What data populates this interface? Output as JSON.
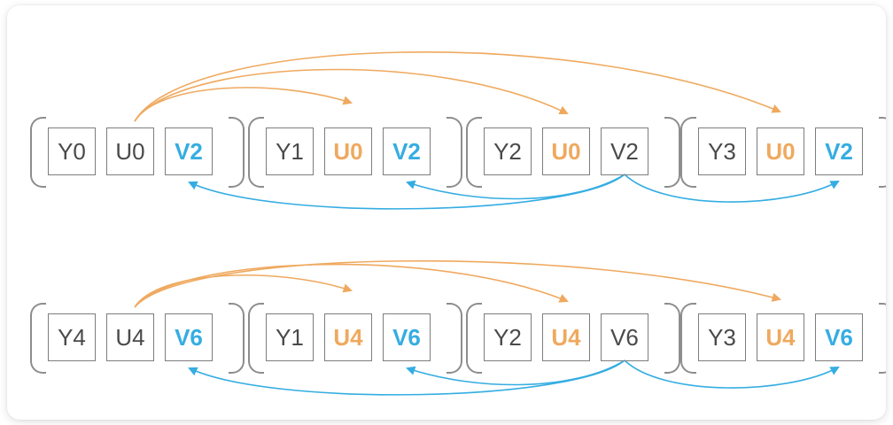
{
  "colors": {
    "orange": "#efa95f",
    "blue": "#35ade2",
    "text": "#4a4a4a",
    "box_border": "#7d7d7d",
    "bracket": "#8d8d8d",
    "card_bg": "#ffffff"
  },
  "diagram": {
    "type": "attention-broadcast-diagram",
    "rows": [
      {
        "id": "row-0",
        "groups": [
          {
            "id": "g0",
            "cells": [
              {
                "label": "Y0",
                "style": "plain"
              },
              {
                "label": "U0",
                "style": "plain"
              },
              {
                "label": "V2",
                "style": "blue"
              }
            ]
          },
          {
            "id": "g1",
            "cells": [
              {
                "label": "Y1",
                "style": "plain"
              },
              {
                "label": "U0",
                "style": "orange"
              },
              {
                "label": "V2",
                "style": "blue"
              }
            ]
          },
          {
            "id": "g2",
            "cells": [
              {
                "label": "Y2",
                "style": "plain"
              },
              {
                "label": "U0",
                "style": "orange"
              },
              {
                "label": "V2",
                "style": "plain"
              }
            ]
          },
          {
            "id": "g3",
            "cells": [
              {
                "label": "Y3",
                "style": "plain"
              },
              {
                "label": "U0",
                "style": "orange"
              },
              {
                "label": "V2",
                "style": "blue"
              }
            ]
          }
        ],
        "orange_source": "g0.U0",
        "orange_targets": [
          "g1.U0",
          "g2.U0",
          "g3.U0"
        ],
        "blue_source": "g2.V2",
        "blue_targets": [
          "g0.V2",
          "g1.V2",
          "g3.V2"
        ]
      },
      {
        "id": "row-1",
        "groups": [
          {
            "id": "g0",
            "cells": [
              {
                "label": "Y4",
                "style": "plain"
              },
              {
                "label": "U4",
                "style": "plain"
              },
              {
                "label": "V6",
                "style": "blue"
              }
            ]
          },
          {
            "id": "g1",
            "cells": [
              {
                "label": "Y1",
                "style": "plain"
              },
              {
                "label": "U4",
                "style": "orange"
              },
              {
                "label": "V6",
                "style": "blue"
              }
            ]
          },
          {
            "id": "g2",
            "cells": [
              {
                "label": "Y2",
                "style": "plain"
              },
              {
                "label": "U4",
                "style": "orange"
              },
              {
                "label": "V6",
                "style": "plain"
              }
            ]
          },
          {
            "id": "g3",
            "cells": [
              {
                "label": "Y3",
                "style": "plain"
              },
              {
                "label": "U4",
                "style": "orange"
              },
              {
                "label": "V6",
                "style": "blue"
              }
            ]
          }
        ],
        "orange_source": "g0.U4",
        "orange_targets": [
          "g1.U4",
          "g2.U4",
          "g3.U4"
        ],
        "blue_source": "g2.V6",
        "blue_targets": [
          "g0.V6",
          "g1.V6",
          "g3.V6"
        ]
      }
    ]
  }
}
